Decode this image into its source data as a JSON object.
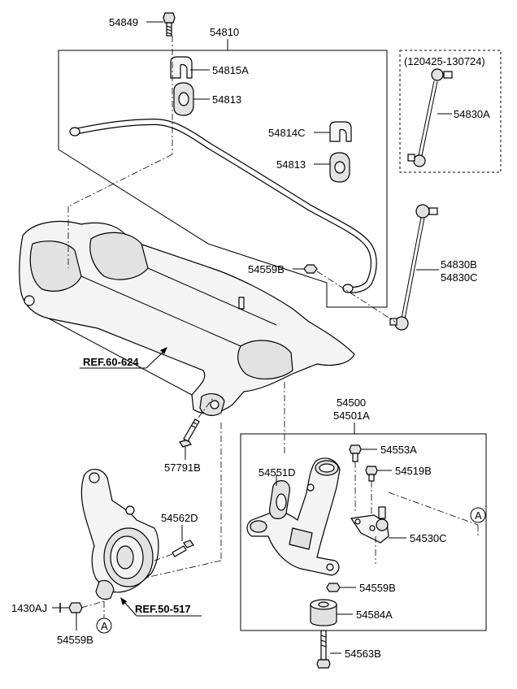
{
  "labels": {
    "p54849": "54849",
    "p54810": "54810",
    "p54815A": "54815A",
    "p54813_top": "54813",
    "p54814C": "54814C",
    "p54813_mid": "54813",
    "p54830A_range": "(120425-130724)",
    "p54830A": "54830A",
    "p54559B_top": "54559B",
    "p54830B": "54830B",
    "p54830C": "54830C",
    "ref_60_624": "REF.60-624",
    "p54500": "54500",
    "p54501A": "54501A",
    "p57791B": "57791B",
    "p54553A": "54553A",
    "p54551D": "54551D",
    "p54519B": "54519B",
    "callout_A_right": "A",
    "p54562D": "54562D",
    "p54530C": "54530C",
    "p54559B_mid": "54559B",
    "p1430AJ": "1430AJ",
    "ref_50_517": "REF.50-517",
    "p54584A": "54584A",
    "callout_A_left": "A",
    "p54559B_bottom": "54559B",
    "p54563B": "54563B"
  }
}
